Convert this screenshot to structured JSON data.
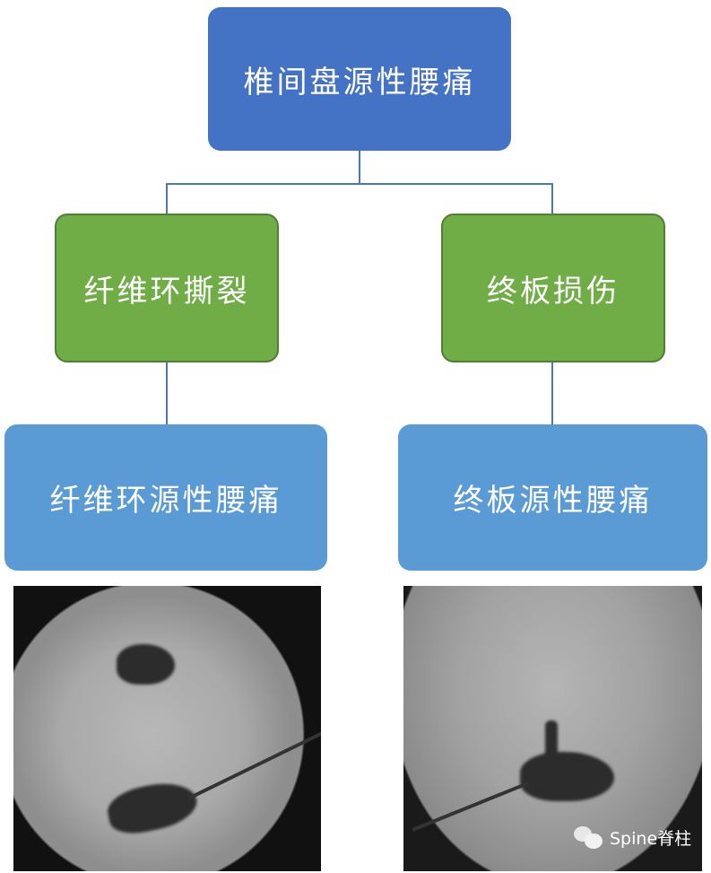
{
  "diagram": {
    "root": {
      "label": "椎间盘源性腰痛",
      "color": "#4472c4"
    },
    "branches": [
      {
        "cause": {
          "label": "纤维环撕裂",
          "color": "#70ad47"
        },
        "result": {
          "label": "纤维环源性腰痛",
          "color": "#5b9bd5"
        },
        "image": "fluoroscopy-annulus"
      },
      {
        "cause": {
          "label": "终板损伤",
          "color": "#70ad47"
        },
        "result": {
          "label": "终板源性腰痛",
          "color": "#5b9bd5"
        },
        "image": "fluoroscopy-endplate"
      }
    ],
    "connector_color": "#4a78b0"
  },
  "watermark": {
    "icon": "wechat-icon",
    "text": "Spine脊柱"
  }
}
